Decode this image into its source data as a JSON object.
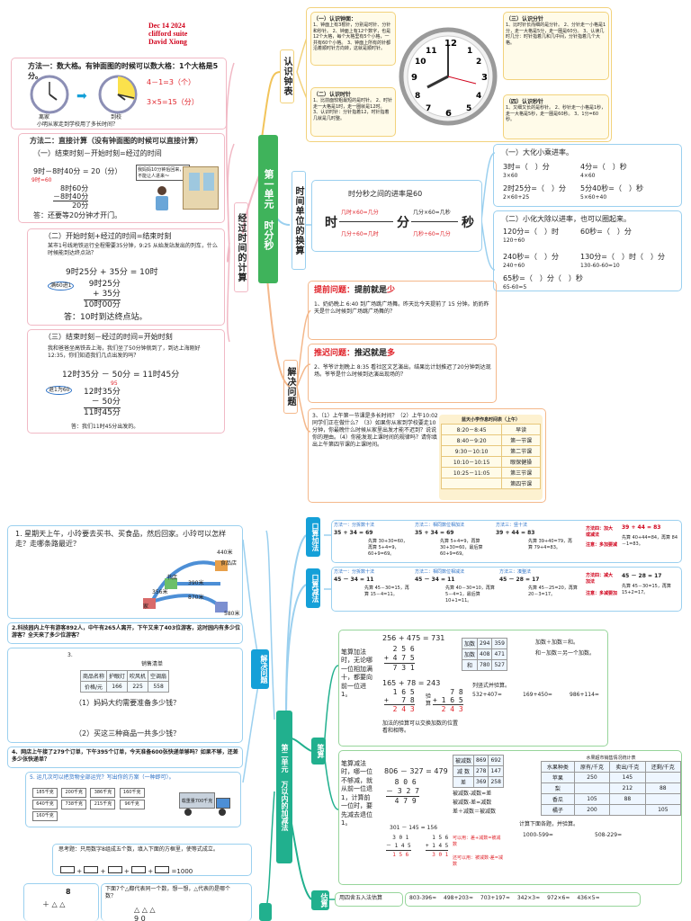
{
  "header": {
    "date": "Dec 14 2024",
    "line2": "clifford suite",
    "author": "David Xiong"
  },
  "unit1": {
    "title": "第一单元 时分秒",
    "branches": {
      "read_clock": "认识钟表",
      "convert": "时间单位的换算",
      "elapsed": "经过时间的计算",
      "solve": "解决问题"
    },
    "method1": {
      "title": "方法一：数大格。有钟面图的时候可以数大格：1个大格是5分。",
      "calc1": "4－1=3（个）",
      "calc2": "3×5=15（分）",
      "cap_left": "离家",
      "cap_right": "到校",
      "question": "小明从家走到学校用了多长时间？"
    },
    "method2": {
      "title": "方法二：直接计算（没有钟面图的时候可以直接计算）",
      "rule": "（一）结束时刻－开始时刻=经过的时间",
      "eq": "9时－8时40分 = 20（分）",
      "note": "9时=60",
      "col": [
        "8时60分",
        "－8时40分",
        "20分"
      ],
      "speech": "我妈妈10分钟后回来，不能让人进来～",
      "answer": "答：还要等20分钟才开门。"
    },
    "case2": {
      "rule": "（二）开始时刻+经过的时间=结束时刻",
      "problem": "某市1号线地铁运行全程需要35分钟，9:25 从始发站发出的列车，什么时候能到达终点站？",
      "eq": "9时25分 + 35分 = 10时",
      "note": "满60进1",
      "col": [
        "9时25分",
        "+      35分",
        "10时00分"
      ],
      "answer": "答：10时到达终点站。"
    },
    "case3": {
      "rule": "（三）结束时刻－经过的时间=开始时刻",
      "problem": "我和爸爸坐高铁去上海，我们坐了50分钟就到了，到达上海刚好12:35，你们知道我们几点出发的吗？",
      "eq": "12时35分 － 50分 = 11时45分",
      "note": "退1为60",
      "borrow": "95",
      "col": [
        "12时35分",
        "－     50分",
        "11时45分"
      ],
      "answer": "答：我们11时45分出发的。"
    },
    "clock_notes": {
      "n1_title": "（一）认识钟面：",
      "n1": "1、钟面上有3根针，分别是时针、分针和秒针。 2、钟面上有12个数字，也是12个大格，每个大格里有5个小格，一共有60个小格。 3、钟面上所有的针都沿着顺时针方向转，这就是顺时针。",
      "n2_title": "（二）认识时针",
      "n2": "1、比前面较粗最短的是时针。 2、时针走一大格是1时，走一圈就是12时。 3、认识时针：分针指着12，时针指着几就是几时整。",
      "n3_title": "（三）认识分针",
      "n3": "1、比时针长而细的是分针。 2、分针走一小格是1分，走一大格是5分，走一圈是60分。 3、认读几时几分：时针指着几和几中间，分针指着几个大格。",
      "n4_title": "（四）认识秒针",
      "n4": "1、又细又长的是秒针。 2、秒针走一小格是1秒，走一大格是5秒，走一圈是60秒。 3、1分=60秒。"
    },
    "convert": {
      "title": "时分秒之间的进率是60",
      "rate": "60",
      "units": [
        "时",
        "分",
        "秒"
      ],
      "op1": "几时×60=几分",
      "op2": "几分÷60=几时",
      "op3": "几分×60=几秒",
      "op4": "几秒÷60=几分",
      "ex1_title": "（一）大化小乘进率。",
      "ex1": [
        "3时=（　）分",
        "4分=（　）秒",
        "2时25分=（　）分",
        "5分40秒=（　）秒"
      ],
      "ex1_sub": [
        "3×60",
        "4×60",
        "2×60+25",
        "5×60+40"
      ],
      "ex2_title": "（二）小化大除以进率，也可以圈起来。",
      "ex2": [
        "120分=（　）时",
        "60秒=（　）分",
        "240秒=（　）分",
        "130分=（　）时（　）分",
        "65秒=（　）分（　）秒"
      ],
      "ex2_sub": [
        "120÷60",
        "240÷60",
        "130-60-60=10",
        "65-60=5"
      ]
    },
    "solve": {
      "early_label": "提前问题：",
      "early_rule": "提前就是",
      "early_word": "少",
      "q1": "1、奶奶晚上 6:40 到广场跳广场舞。昨天比今天提前了 15 分钟。奶奶昨天是什么时候到广场跳广场舞的？",
      "late_label": "推迟问题：",
      "late_rule": "推迟就是",
      "late_word": "多",
      "q2": "2、爷爷计划晚上 8:35 看社区文艺演出，结果比计划推迟了20分钟到达现场。爷爷是什么时候到达演出现场的？",
      "q3": "3、（1）上午第一节课是多长时间？（2）上午10:02同学们正在做什么？（3）如果你从家到学校要走10分钟，你最晚什么时候从家里出发才能不迟到？说说你的理由。（4）你能发现上课时间的规律吗？请你填出上午第四节课的上课时间。",
      "schedule_title": "蓝天小学作息时间表（上午）",
      "schedule": [
        [
          "8:20－8:45",
          "早读"
        ],
        [
          "8:40－9:20",
          "第一节课"
        ],
        [
          "9:30－10:10",
          "第二节课"
        ],
        [
          "10:10－10:15",
          "眼保健操"
        ],
        [
          "10:25－11:05",
          "第三节课"
        ],
        [
          "",
          "第四节课"
        ]
      ]
    }
  },
  "unit2": {
    "title": "第二单元 万以内的加减法",
    "branches": {
      "solve": "解决问题",
      "mental_add": "口算加法",
      "mental_sub": "口算减法",
      "written": "笔算",
      "estimate": "估算"
    },
    "q1": "1. 星期天上午，小玲要去买书、买食品，然后回家。小玲可以怎样走？走哪条路最近？",
    "map_labels": [
      "家",
      "书店",
      "食品店",
      "440米",
      "390米",
      "870米",
      "356米",
      "580米"
    ],
    "q2": "2.科技园内上午有游客892人，中午有265人离开，下午又来了403位游客，这时园内有多少位游客？全天来了多少位游客？",
    "q3_num": "3.",
    "table3_title": "销售清单",
    "table3_head": [
      "商品名称",
      "护眼灯",
      "吹风机",
      "空调扇"
    ],
    "table3_row": [
      "价格/元",
      "166",
      "225",
      "558"
    ],
    "q3a": "（1）妈妈大约需要准备多少钱？",
    "q3b": "（2）买这三种商品一共多少钱？",
    "q4": "4、网店上午接了279个订单，下午395个订单，今天准备600张快递单够吗？如果不够，还差多少张快递单？",
    "q5": "5. 运几次可以把货物全部运完？写出你的方案（一种即可）。",
    "q5_boxes": [
      "185千克",
      "200千克",
      "386千克",
      "160千克",
      "640千克",
      "738千克",
      "215千克",
      "96千克",
      "160千克"
    ],
    "q5_truck": "载重量700千克",
    "think": "思考题：只用数字8组成五个数，填入下面的方框里，使等式成立。",
    "think_result": "=1000",
    "shape_q": "下面7个△都代表同一个数，想一想，△代表的是哪个数？",
    "shape_nums": [
      "8",
      "9",
      "0"
    ],
    "mental_add": {
      "m1": "方法一：分拆数十法",
      "e1": "35 + 34 = 69",
      "s1": "先算 30+30=60，再算 5+4=9，60+9=69。",
      "m2": "方法二：相同数位相加法",
      "e2": "35 + 34 = 69",
      "s2": "先算 5+4=9，再算 30+30=60，最后算 60+9=69。",
      "m3": "方法三：竖十法",
      "e3": "39 + 44 = 83",
      "s3": "先算 39+40=79，再算 79+4=83。",
      "m4_label": "方法四：加大或减法",
      "e4": "39 + 44 = 83",
      "s4": "先算 40+44=84，再算 84－1=83。",
      "m4_note": "注意：多加要减"
    },
    "mental_sub": {
      "m1": "方法一：分拆数十法",
      "e1": "45 － 34 = 11",
      "s1": "先算 45－30=15，再算 15－4=11。",
      "m2": "方法二：相同数位相减法",
      "e2": "45 － 34 = 11",
      "s2": "先算 40－30=10，再算 5－4=1，最后算 10+1=11。",
      "m3": "方法三：凑整法",
      "e3": "45 － 28 = 17",
      "s3": "先算 45－25=20，再算 20－3=17。",
      "m4_label": "方法四：减大加法",
      "e4": "45 － 28 = 17",
      "s4": "先算 45－30=15，再算 15+2=17。",
      "m4_note": "注意：多减要加"
    },
    "written_add": {
      "rule": "笔算加法时，无论哪一位相加满十，都要向前一位进1。",
      "eq1": "256 + 475 = 731",
      "v1": [
        "  2 5 6",
        "+ 4 7 5",
        "  7 3 1"
      ],
      "table_head": [
        "加数",
        "294",
        "359"
      ],
      "table_r2": [
        "加数",
        "408",
        "471"
      ],
      "table_r3": [
        "和",
        "780",
        "527"
      ],
      "rel1": "加数＋加数＝和。",
      "rel2": "和－加数＝另一个加数。",
      "eq2": "165 + 78 = 243",
      "v2a": [
        "  1 6 5",
        "+   7 8",
        "  2 4 3"
      ],
      "v2b": [
        "    7 8",
        "+ 1 6 5",
        "  2 4 3"
      ],
      "verify": "验算",
      "rule2": "加法的验算可以交换加数的位置看和相等。",
      "ex_title": "列竖式并验算。",
      "ex": [
        "532+407=",
        "169+450=",
        "986+114="
      ]
    },
    "written_sub": {
      "rule": "笔算减法时，哪一位不够减，就从前一位退1，计算前一位时，要先减去退位1。",
      "eq1": "806 － 327 = 479",
      "v1": [
        "  8 0 6",
        "－ 3 2 7",
        "  4 7 9"
      ],
      "table_head": [
        "被减数",
        "869",
        "692"
      ],
      "table_r2": [
        "减 数",
        "278",
        "147"
      ],
      "table_r3": [
        "差",
        "369",
        "258"
      ],
      "rel1": "被减数-减数=差",
      "rel2": "被减数-差=减数",
      "rel3": "差＋减数＝被减数",
      "eq2": "301 － 145 = 156",
      "v2a": [
        "  3 0 1",
        "－ 1 4 5",
        "  1 5 6"
      ],
      "v2b": [
        "  1 5 6",
        "+ 1 4 5",
        "  3 0 1"
      ],
      "check1": "可以用：差+减数=被减数",
      "check2": "还可以用：被减数-差=减数",
      "ex_title": "计算下面各题，并验算。",
      "ex": [
        "1000-599=",
        "508-229="
      ],
      "chart_title": "水果超市销售情况统计表",
      "chart_head": [
        "水果种类",
        "原有/千克",
        "卖出/千克",
        "还剩/千克"
      ],
      "chart_rows": [
        [
          "苹果",
          "250",
          "145",
          ""
        ],
        [
          "梨",
          "",
          "212",
          "88"
        ],
        [
          "香瓜",
          "105",
          "88",
          ""
        ],
        [
          "橘子",
          "200",
          "",
          "105"
        ]
      ]
    },
    "estimate": {
      "rule": "用四舍五入法估算",
      "items": [
        "803-396≈",
        "498+203≈",
        "703+197≈",
        "342×3≈",
        "972×6≈",
        "436×5≈"
      ]
    }
  }
}
